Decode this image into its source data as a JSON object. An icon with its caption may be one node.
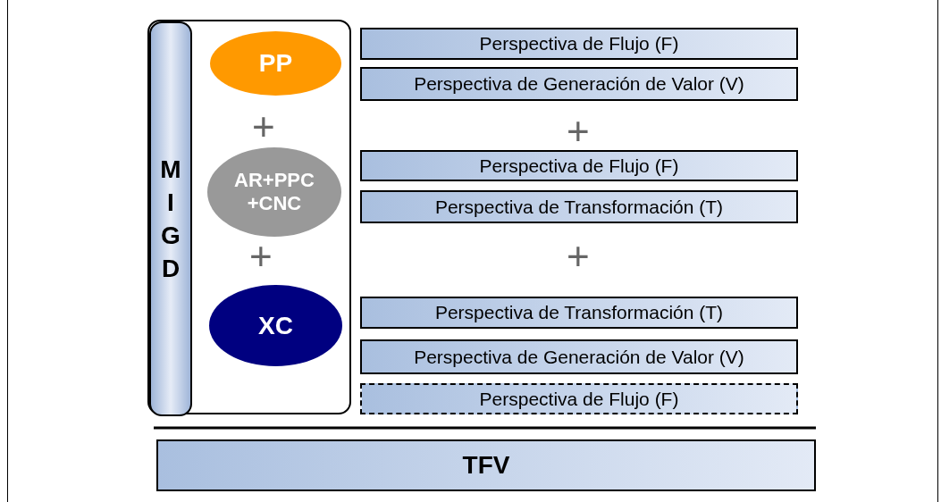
{
  "diagram": {
    "nodes": [
      {
        "text": [],
        "shape": "box"
      },
      {
        "text": [
          "MIGD"
        ],
        "in": 0
      },
      {
        "text": [
          "PP"
        ],
        "in": 0
      },
      {
        "text": [
          "AR+PPC +CNC"
        ],
        "in": 0
      },
      {
        "text": [
          "XC"
        ],
        "in": 0
      },
      {
        "text": [
          "Perspectiva de Flujo (F)"
        ]
      },
      {
        "text": [
          "Perspectiva de Generación de Valor (V)"
        ]
      },
      {
        "text": [
          "Perspectiva de Flujo (F)"
        ]
      },
      {
        "text": [
          "Perspectiva de Transformación (T)"
        ]
      },
      {
        "text": [
          "Perspectiva de Transformación (T)"
        ]
      },
      {
        "text": [
          "Perspectiva de Generación de Valor (V)"
        ]
      },
      {
        "text": [
          "Perspectiva de Flujo (F)"
        ]
      },
      {
        "text": [
          "TFV"
        ]
      }
    ],
    "labels": [
      "+",
      "+",
      "+",
      "+"
    ]
  }
}
